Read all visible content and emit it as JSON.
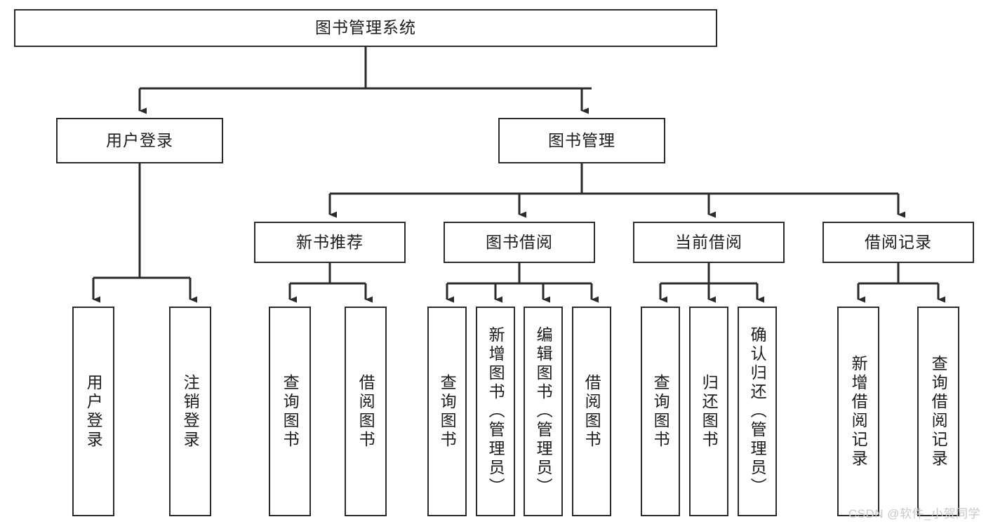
{
  "diagram": {
    "title": "图书管理系统",
    "type": "tree-hierarchy-chart",
    "orientation": "top-down",
    "box_border_color": "#2b2b2b",
    "box_fill_color": "#ffffff",
    "text_color": "#1c1c1c",
    "edge_color": "#2b2b2b",
    "background": "#ffffff"
  },
  "nodes": {
    "root": {
      "label": "图书管理系统"
    },
    "level2": [
      {
        "id": "user-login",
        "label": "用户登录"
      },
      {
        "id": "book-manage",
        "label": "图书管理"
      }
    ],
    "level3": [
      {
        "id": "new-book-recommend",
        "label": "新书推荐"
      },
      {
        "id": "book-borrow",
        "label": "图书借阅"
      },
      {
        "id": "current-borrow",
        "label": "当前借阅"
      },
      {
        "id": "borrow-record",
        "label": "借阅记录"
      }
    ],
    "leaves": [
      {
        "id": "leaf-user-login",
        "label": "用户登录",
        "parent": "user-login"
      },
      {
        "id": "leaf-user-logout",
        "label": "注销登录",
        "parent": "user-login"
      },
      {
        "id": "leaf-query-book-1",
        "label": "查询图书",
        "parent": "new-book-recommend"
      },
      {
        "id": "leaf-borrow-book-1",
        "label": "借阅图书",
        "parent": "new-book-recommend"
      },
      {
        "id": "leaf-query-book-2",
        "label": "查询图书",
        "parent": "book-borrow"
      },
      {
        "id": "leaf-add-book",
        "label": "新增图书（管理员）",
        "parent": "book-borrow"
      },
      {
        "id": "leaf-edit-book",
        "label": "编辑图书（管理员）",
        "parent": "book-borrow"
      },
      {
        "id": "leaf-borrow-book-2",
        "label": "借阅图书",
        "parent": "book-borrow"
      },
      {
        "id": "leaf-query-book-3",
        "label": "查询图书",
        "parent": "current-borrow"
      },
      {
        "id": "leaf-return-book",
        "label": "归还图书",
        "parent": "current-borrow"
      },
      {
        "id": "leaf-confirm-return",
        "label": "确认归还（管理员）",
        "parent": "current-borrow"
      },
      {
        "id": "leaf-add-record",
        "label": "新增借阅记录",
        "parent": "borrow-record"
      },
      {
        "id": "leaf-query-record",
        "label": "查询借阅记录",
        "parent": "borrow-record"
      }
    ]
  },
  "watermark": {
    "text": "CSDN @软件_小贺同学"
  }
}
